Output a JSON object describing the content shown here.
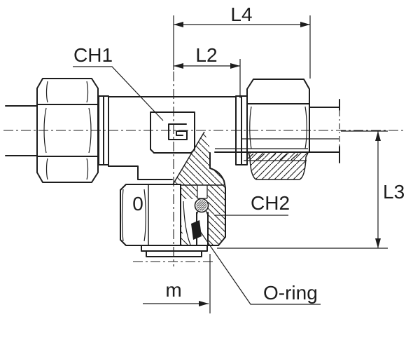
{
  "drawing": {
    "title": "tee-fitting-cross-section",
    "colors": {
      "line": "#1d1d1d",
      "background": "#ffffff"
    },
    "dimensions": {
      "l4": "L4",
      "l2": "L2",
      "l3": "L3",
      "m": "m"
    },
    "callouts": {
      "ch1": "CH1",
      "ch2": "CH2",
      "oring": "O-ring"
    },
    "stamps": {
      "nut_mark": "0"
    }
  }
}
